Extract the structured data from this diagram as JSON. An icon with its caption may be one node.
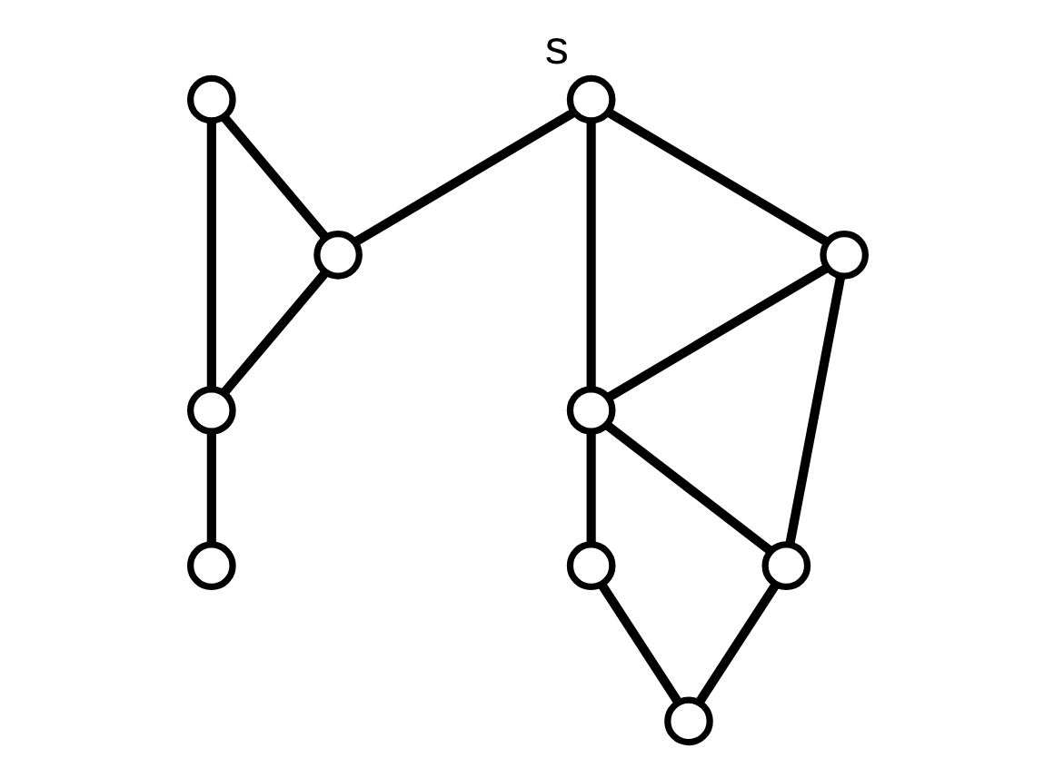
{
  "diagram": {
    "nodes": [
      {
        "text": [],
        "shape": "circle"
      },
      {
        "text": [],
        "shape": "circle",
        "beside": [
          "s"
        ]
      },
      {
        "text": [],
        "shape": "circle"
      },
      {
        "text": [],
        "shape": "circle"
      },
      {
        "text": [],
        "shape": "circle"
      },
      {
        "text": [],
        "shape": "circle"
      },
      {
        "text": [],
        "shape": "circle"
      },
      {
        "text": [],
        "shape": "circle"
      },
      {
        "text": [],
        "shape": "circle"
      },
      {
        "text": [],
        "shape": "circle"
      }
    ],
    "edges": [
      {
        "from": 0,
        "to": 2,
        "arrow": "none"
      },
      {
        "from": 0,
        "to": 3,
        "arrow": "none"
      },
      {
        "from": 1,
        "to": 2,
        "arrow": "none"
      },
      {
        "from": 2,
        "to": 3,
        "arrow": "none"
      },
      {
        "from": 3,
        "to": 4,
        "arrow": "none"
      },
      {
        "from": 1,
        "to": 5,
        "arrow": "none"
      },
      {
        "from": 1,
        "to": 6,
        "arrow": "none"
      },
      {
        "from": 5,
        "to": 6,
        "arrow": "none"
      },
      {
        "from": 6,
        "to": 7,
        "arrow": "none"
      },
      {
        "from": 5,
        "to": 8,
        "arrow": "none"
      },
      {
        "from": 6,
        "to": 8,
        "arrow": "none"
      },
      {
        "from": 7,
        "to": 9,
        "arrow": "none"
      },
      {
        "from": 8,
        "to": 9,
        "arrow": "none"
      }
    ]
  }
}
